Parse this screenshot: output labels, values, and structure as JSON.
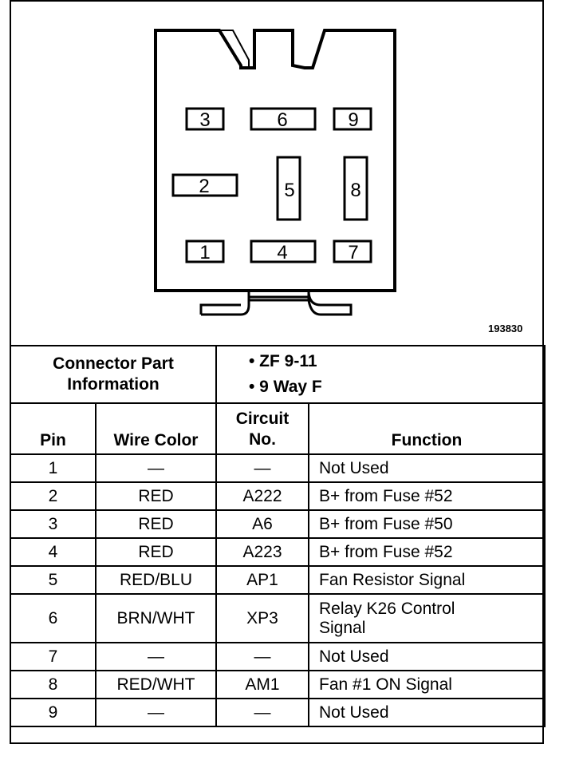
{
  "figure_id": "193830",
  "connector": {
    "pins": [
      "1",
      "2",
      "3",
      "4",
      "5",
      "6",
      "7",
      "8",
      "9"
    ]
  },
  "info": {
    "label_line1": "Connector Part",
    "label_line2": "Information",
    "value1": "• ZF 9-11",
    "value2": "• 9 Way F"
  },
  "headers": {
    "pin": "Pin",
    "wire_color": "Wire Color",
    "circuit_line1": "Circuit",
    "circuit_line2": "No.",
    "function": "Function"
  },
  "rows": [
    {
      "pin": "1",
      "wire": "—",
      "circuit": "—",
      "function": "Not Used"
    },
    {
      "pin": "2",
      "wire": "RED",
      "circuit": "A222",
      "function": "B+ from Fuse #52"
    },
    {
      "pin": "3",
      "wire": "RED",
      "circuit": "A6",
      "function": "B+ from Fuse #50"
    },
    {
      "pin": "4",
      "wire": "RED",
      "circuit": "A223",
      "function": "B+ from Fuse #52"
    },
    {
      "pin": "5",
      "wire": "RED/BLU",
      "circuit": "AP1",
      "function": "Fan Resistor Signal"
    },
    {
      "pin": "6",
      "wire": "BRN/WHT",
      "circuit": "XP3",
      "function_line1": "Relay K26 Control",
      "function_line2": "Signal"
    },
    {
      "pin": "7",
      "wire": "—",
      "circuit": "—",
      "function": "Not Used"
    },
    {
      "pin": "8",
      "wire": "RED/WHT",
      "circuit": "AM1",
      "function": "Fan #1 ON Signal"
    },
    {
      "pin": "9",
      "wire": "—",
      "circuit": "—",
      "function": "Not Used"
    }
  ]
}
